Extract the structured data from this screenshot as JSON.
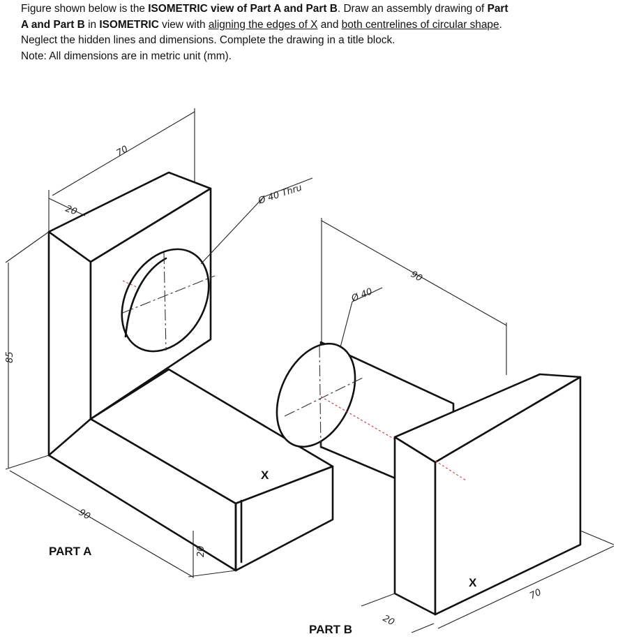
{
  "instructions": {
    "line1": [
      "Figure shown below is the ",
      "ISOMETRIC view of Part A and Part B",
      ". Draw an assembly drawing of ",
      "Part"
    ],
    "line2": [
      "A and Part B",
      " in ",
      "ISOMETRIC",
      " view with ",
      "aligning the edges of X",
      " and ",
      "both centrelines of circular shape",
      "."
    ],
    "line3": "Neglect the hidden lines and dimensions. Complete the drawing in a title block.",
    "line4": "Note: All dimensions are in metric unit (mm)."
  },
  "dimensions": {
    "partA_width_top": "70",
    "partA_thickness_top": "20",
    "hole": "Ø 40 Thru",
    "partA_height": "85",
    "partA_length": "90",
    "partA_base_thickness": "20",
    "partB_length": "90",
    "boss": "Ø 40",
    "partB_plate_thickness": "20",
    "partB_width": "70"
  },
  "edge_marks": {
    "partA": "X",
    "partB": "X"
  },
  "part_labels": {
    "partA": "PART A",
    "partB": "PART B"
  }
}
